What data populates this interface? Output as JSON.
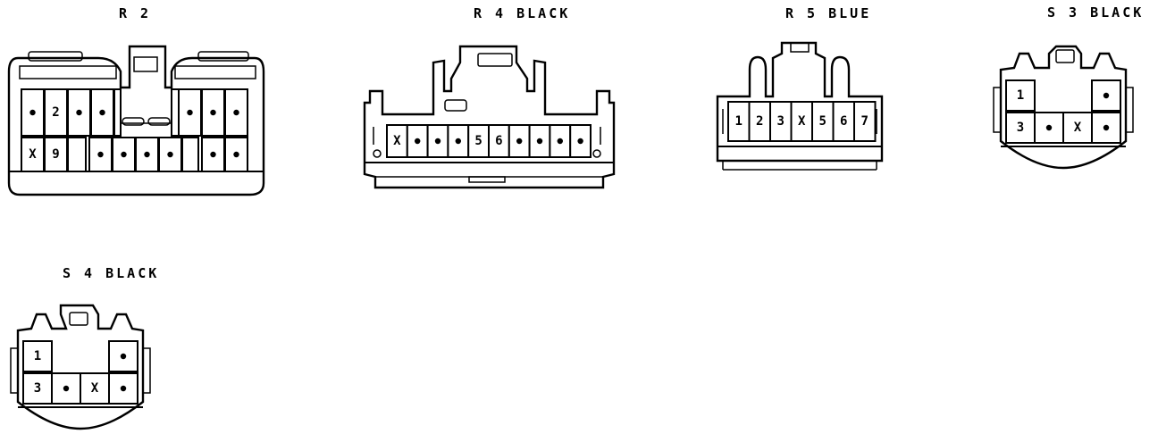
{
  "connectors": {
    "r2": {
      "title": "R 2",
      "rows": [
        [
          "•",
          "2",
          "•",
          "•",
          "",
          "",
          "•",
          "•",
          "•"
        ],
        [
          "X",
          "9",
          "",
          "•",
          "•",
          "•",
          "•",
          "",
          "•",
          "•"
        ]
      ]
    },
    "r4": {
      "title": "R 4 BLACK",
      "cells": [
        "X",
        "•",
        "•",
        "•",
        "5",
        "6",
        "•",
        "•",
        "•",
        "•"
      ]
    },
    "r5": {
      "title": "R 5 BLUE",
      "cells": [
        "1",
        "2",
        "3",
        "X",
        "5",
        "6",
        "7"
      ]
    },
    "s3": {
      "title": "S 3 BLACK",
      "rows": [
        [
          "1",
          "",
          "",
          "•"
        ],
        [
          "3",
          "•",
          "X",
          "•"
        ]
      ]
    },
    "s4": {
      "title": "S 4 BLACK",
      "rows": [
        [
          "1",
          "",
          "",
          "•"
        ],
        [
          "3",
          "•",
          "X",
          "•"
        ]
      ]
    }
  }
}
